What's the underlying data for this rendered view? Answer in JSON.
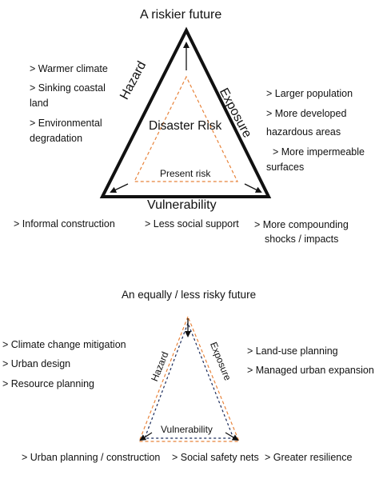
{
  "top": {
    "title": "A riskier future",
    "center": "Disaster Risk",
    "present": "Present risk",
    "hazard": "Hazard",
    "exposure": "Exposure",
    "vulnerability": "Vulnerability",
    "hazard_items": [
      "> Warmer climate",
      "> Sinking coastal",
      "land",
      "> Environmental",
      "degradation"
    ],
    "exposure_items": [
      "> Larger population",
      "> More developed",
      "hazardous areas",
      "> More impermeable",
      "surfaces"
    ],
    "vuln_items": [
      "> Informal construction",
      "> Less social support",
      "> More compounding",
      "shocks / impacts"
    ]
  },
  "bottom": {
    "title": "An equally / less risky future",
    "hazard": "Hazard",
    "exposure": "Exposure",
    "vulnerability": "Vulnerability",
    "hazard_items": [
      "> Climate change mitigation",
      "> Urban design",
      "> Resource planning"
    ],
    "exposure_items": [
      "> Land-use planning",
      "> Managed urban expansion"
    ],
    "vuln_items": [
      "> Urban planning / construction",
      "> Social safety nets",
      "> Greater  resilience"
    ]
  },
  "colors": {
    "line": "#111111",
    "present_dash": "#e8833a"
  }
}
